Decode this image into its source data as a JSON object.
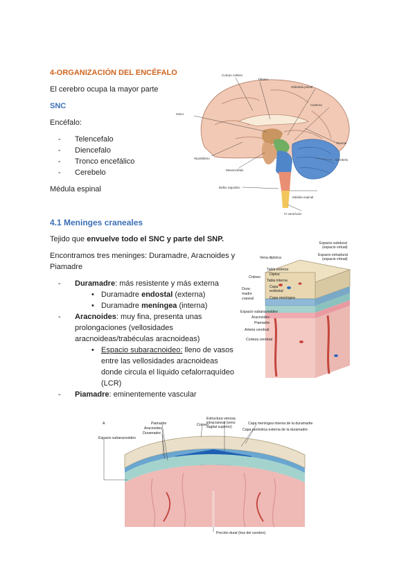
{
  "section_title": "4-ORGANIZACIÓN DEL ENCÉFALO",
  "intro": "El cerebro ocupa la mayor parte",
  "snc_heading": "SNC",
  "encefalo_label": "Encéfalo:",
  "encefalo_items": [
    "Telencefalo",
    "Diencefalo",
    "Tronco encefálico",
    "Cerebelo"
  ],
  "medula": "Médula espinal",
  "subsection_title": "4.1 Meninges craneales",
  "tejido": {
    "pre": "Tejido que ",
    "bold": "envuelve todo el SNC y parte del SNP."
  },
  "encontramos": [
    "Encontramos tres meninges: Duramadre, Aracnoides y",
    "Piamadre"
  ],
  "duramadre": {
    "name": "Duramadre",
    "desc": ": más resistente y más externa"
  },
  "dura_endostal": {
    "pre": "Duramadre ",
    "bold": "endostal",
    "post": " (externa)"
  },
  "dura_meningea": {
    "pre": "Duramadre ",
    "bold": "meníngea",
    "post": " (interna)"
  },
  "aracnoides": {
    "name": "Aracnoides",
    "desc": ": muy fina, presenta unas"
  },
  "aracnoides_lines": [
    "prolongaciones (vellosidades",
    "aracnoideas/trabéculas aracnoideas)"
  ],
  "espacio": {
    "name": "Espacio subaracnoideo:",
    "desc": " lleno de vasos"
  },
  "espacio_lines": [
    "entre las vellosidades aracnoideas",
    "donde circula el líquido cefalorraquídeo",
    "(LCR)"
  ],
  "piamadre": {
    "name": "Piamadre",
    "desc": ": eminentemente vascular"
  },
  "brain_labels": [
    "Cuerpo calloso",
    "Tálamo",
    "Glándula pineal",
    "Cisterna",
    "Istmo",
    "Hipotálamo",
    "Mesencéfalo",
    "Cerebelo",
    "Puente",
    "Bulbo raquídeo",
    "Médula espinal",
    "IV ventrículo"
  ],
  "meninges_labels": {
    "vena_diploica": "Vena diploica",
    "espacio_subdural": [
      "Espacio subdural",
      "(espacio virtual)"
    ],
    "espacio_extradural": [
      "Espacio extradural",
      "(espacio virtual)"
    ],
    "craneo": "Cráneo",
    "tabla_externa": "Tabla externa",
    "diploe": "Diploe",
    "tabla_interna": "Tabla interna",
    "dura_madre": [
      "Dura-",
      "madre",
      "craneal"
    ],
    "capa_endostal": [
      "Capa",
      "endostal"
    ],
    "capa_meningea": "Capa meníngea",
    "espacio_subaracnoideo": "Espacio subaracnoideo",
    "aracnoides": "Aracnoides",
    "piamadre": "Piamadre",
    "arteria_cerebral": "Arteria cerebral",
    "corteza_cerebral": "Corteza cerebral"
  },
  "bottom_labels": {
    "a": "A",
    "piamadre": "Piamadre",
    "aracnoides": "Aracnoides",
    "duramadre": "Duramadre",
    "espacio_subaracnoideo": "Espacio subaracnoideo",
    "craneo": "Cráneo",
    "estructura": [
      "Estructura venosa",
      "intracraneal (seno",
      "sagital superior)"
    ],
    "capa_meningea": "Capa meníngea interna de la duramadre",
    "capa_perióstica": "Capa perióstica externa de la duramadre",
    "porcion": "Porción dural (hoz del cerebro)"
  }
}
